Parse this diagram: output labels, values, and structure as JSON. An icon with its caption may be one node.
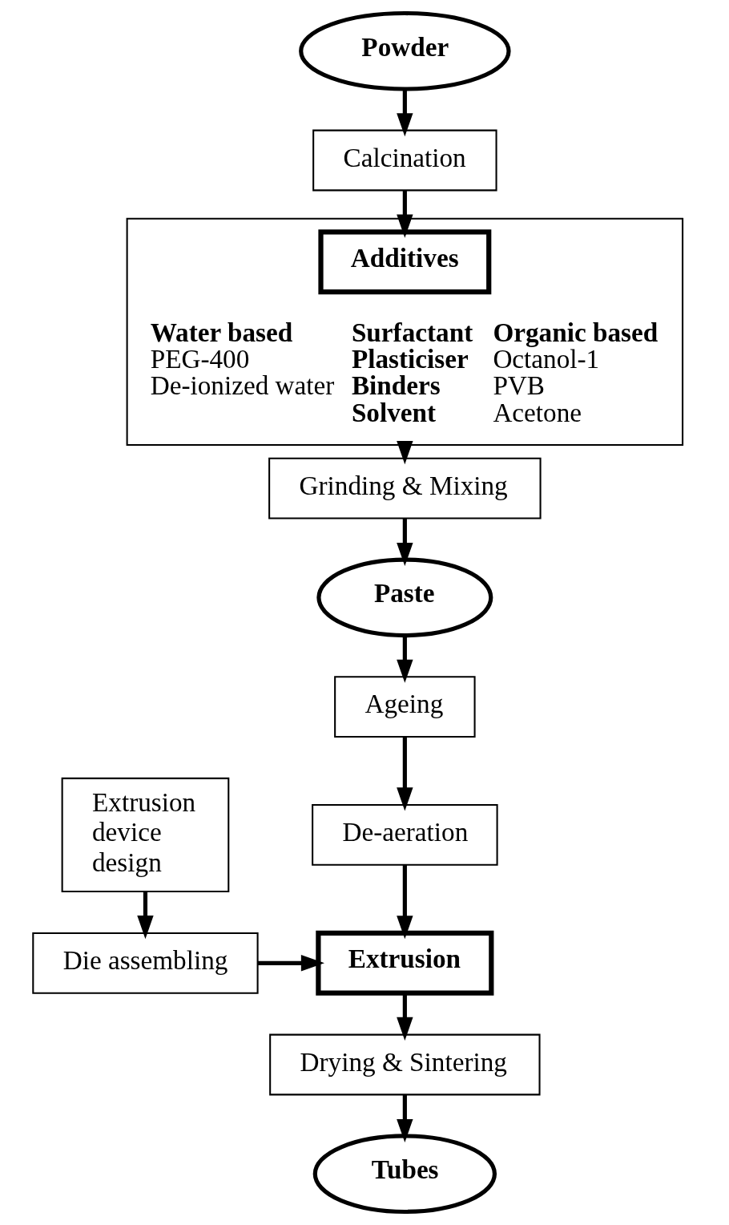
{
  "diagram": {
    "nodes": [
      {
        "text": [
          "Powder"
        ]
      },
      {
        "text": [
          "Calcination"
        ]
      },
      {
        "text": [
          "Water based",
          "PEG-400",
          "De-ionized water",
          "Surfactant",
          "Plasticiser",
          "Binders",
          "Solvent",
          "Organic based",
          "Octanol-1",
          "PVB",
          "Acetone"
        ]
      },
      {
        "text": [
          "Additives"
        ],
        "in": 2
      },
      {
        "text": [
          "Grinding & Mixing"
        ]
      },
      {
        "text": [
          "Paste"
        ]
      },
      {
        "text": [
          "Ageing"
        ]
      },
      {
        "text": [
          "De-aeration"
        ]
      },
      {
        "text": [
          "Extrusion device design"
        ]
      },
      {
        "text": [
          "Die assembling"
        ]
      },
      {
        "text": [
          "Extrusion"
        ]
      },
      {
        "text": [
          "Drying & Sintering"
        ]
      },
      {
        "text": [
          "Tubes"
        ]
      }
    ],
    "edges": [
      {
        "from": 0,
        "to": 1,
        "arrow": "to"
      },
      {
        "from": 1,
        "to": 3,
        "arrow": "to"
      },
      {
        "from": 2,
        "to": 4,
        "arrow": "to"
      },
      {
        "from": 4,
        "to": 5,
        "arrow": "to"
      },
      {
        "from": 5,
        "to": 6,
        "arrow": "to"
      },
      {
        "from": 6,
        "to": 7,
        "arrow": "to"
      },
      {
        "from": 8,
        "to": 9,
        "arrow": "to"
      },
      {
        "from": 9,
        "to": 10,
        "arrow": "to"
      },
      {
        "from": 7,
        "to": 10,
        "arrow": "to"
      },
      {
        "from": 10,
        "to": 11,
        "arrow": "to"
      },
      {
        "from": 11,
        "to": 12,
        "arrow": "to"
      }
    ]
  }
}
